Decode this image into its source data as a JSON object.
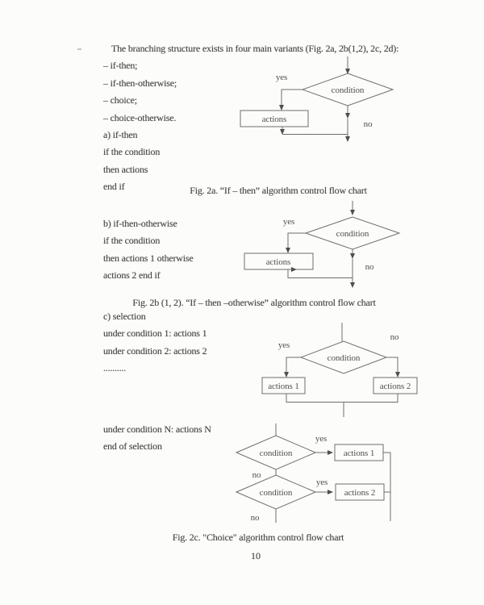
{
  "page": {
    "number": "10"
  },
  "text": {
    "intro": [
      "The branching structure exists in four main variants (Fig. 2a, 2b(1,2), 2c, 2d):",
      "– if-then;",
      "– if-then-otherwise;",
      "– choice;",
      "– choice-otherwise.",
      "a) if-then",
      "if the condition",
      "then actions",
      "end if"
    ],
    "block_b": [
      "b) if-then-otherwise",
      "if the condition",
      "then actions 1 otherwise",
      "actions 2 end if"
    ],
    "block_c": [
      "c) selection",
      "under condition 1: actions 1",
      "under condition 2: actions 2",
      ".........."
    ],
    "block_n": [
      "under condition N: actions N",
      "end of selection"
    ]
  },
  "captions": {
    "fig2a": "Fig. 2a. “If – then” algorithm control flow chart",
    "fig2b": "Fig. 2b (1, 2). “If – then –otherwise” algorithm control flow chart",
    "fig2c": "Fig. 2c. \"Choice\" algorithm control flow chart"
  },
  "charts": {
    "fig2a": {
      "condition": "condition",
      "actions": "actions",
      "yes": "yes",
      "no": "no"
    },
    "fig2b1": {
      "condition": "condition",
      "actions": "actions",
      "yes": "yes",
      "no": "no"
    },
    "fig2b2": {
      "condition": "condition",
      "actions1": "actions 1",
      "actions2": "actions 2",
      "yes": "yes",
      "no": "no"
    },
    "fig2c": {
      "condition1": "condition",
      "condition2": "condition",
      "actions1": "actions 1",
      "actions2": "actions 2",
      "yes1": "yes",
      "yes2": "yes",
      "no1": "no",
      "no2": "no"
    }
  },
  "colors": {
    "line": "#6e6e6e",
    "text": "#454545",
    "chart_text": "#4f4f4f",
    "background": "#fcfcfa"
  }
}
